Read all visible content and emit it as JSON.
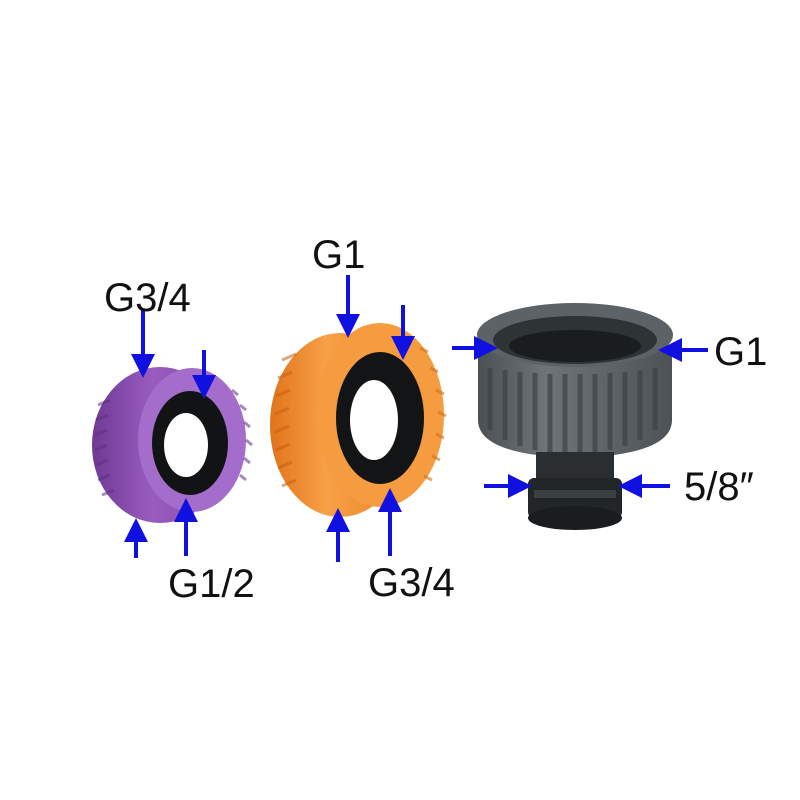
{
  "labels": {
    "purple_outer": "G3/4",
    "purple_inner": "G1/2",
    "orange_outer": "G1",
    "orange_inner": "G3/4",
    "tap_thread": "G1",
    "tap_nozzle": "5/8″"
  },
  "colors": {
    "arrow": "#1010e0",
    "purple_adapter": "#8a4fb0",
    "orange_adapter": "#f08a2a",
    "tap_connector": "#5a6064"
  },
  "parts": [
    {
      "name": "purple reducer adapter",
      "outer_thread": "G3/4",
      "inner_thread": "G1/2"
    },
    {
      "name": "orange reducer adapter",
      "outer_thread": "G1",
      "inner_thread": "G3/4"
    },
    {
      "name": "grey tap connector",
      "thread": "G1",
      "nozzle": "5/8″"
    }
  ]
}
